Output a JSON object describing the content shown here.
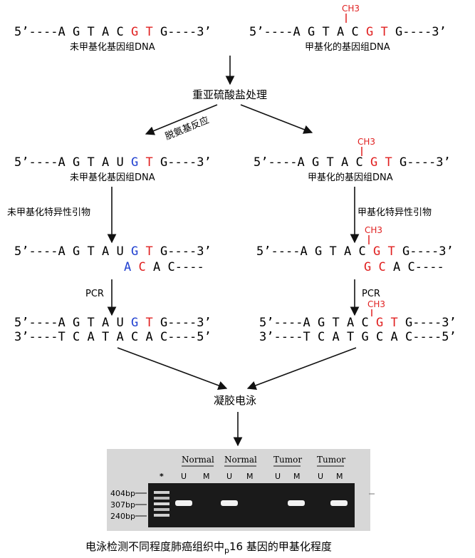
{
  "colors": {
    "methyl": "#e02020",
    "uracil": "#2040d0",
    "line": "#111111"
  },
  "top": {
    "unmethylated": {
      "seq": "5’----A G T A C G T G----3’",
      "label": "未甲基化基因组DNA"
    },
    "methylated": {
      "ch3": "CH3",
      "seq": "5’----A G T A C G T G----3’",
      "label": "甲基化的基因组DNA"
    }
  },
  "steps": {
    "bisulfite": "重亚硫酸盐处理",
    "deamination": "脱氨基反应",
    "primer_unmethylated": "未甲基化特异性引物",
    "primer_methylated": "甲基化特异性引物",
    "pcr_left": "PCR",
    "pcr_right": "PCR",
    "electrophoresis": "凝胶电泳"
  },
  "after_bisulfite": {
    "unmethylated": {
      "seq": "5’----A G T A U G T G----3’",
      "label": "未甲基化基因组DNA"
    },
    "methylated": {
      "ch3": "CH3",
      "seq": "5’----A G T A C G T G----3’",
      "label": "甲基化的基因组DNA"
    }
  },
  "primer_binding": {
    "unmethylated": {
      "template": "5’----A G T A U G T G----3’",
      "primer": "A C A C----"
    },
    "methylated": {
      "ch3": "CH3",
      "template": "5’----A G T A C G T G----3’",
      "primer": "G C A C----"
    }
  },
  "pcr_product": {
    "unmethylated": {
      "top": "5’----A G T A U G T G----3’",
      "bottom": "3’----T C A T A C A C----5’"
    },
    "methylated": {
      "ch3": "CH3",
      "top": "5’----A G T A C G T G----3’",
      "bottom": "3’----T C A T G C A C----5’"
    }
  },
  "gel": {
    "marker_symbol": "*",
    "groups": [
      "Normal",
      "Normal",
      "Tumor",
      "Tumor"
    ],
    "lane_labels": [
      "U",
      "M",
      "U",
      "M",
      "U",
      "M",
      "U",
      "M"
    ],
    "size_labels": [
      "404bp",
      "307bp",
      "240bp"
    ],
    "bands_present": [
      1,
      0,
      1,
      0,
      0,
      1,
      0,
      1
    ]
  },
  "caption": {
    "main": "电泳检测不同程度肺癌组织中",
    "sub": "p",
    "gene": "16 基因的甲基化程度"
  }
}
